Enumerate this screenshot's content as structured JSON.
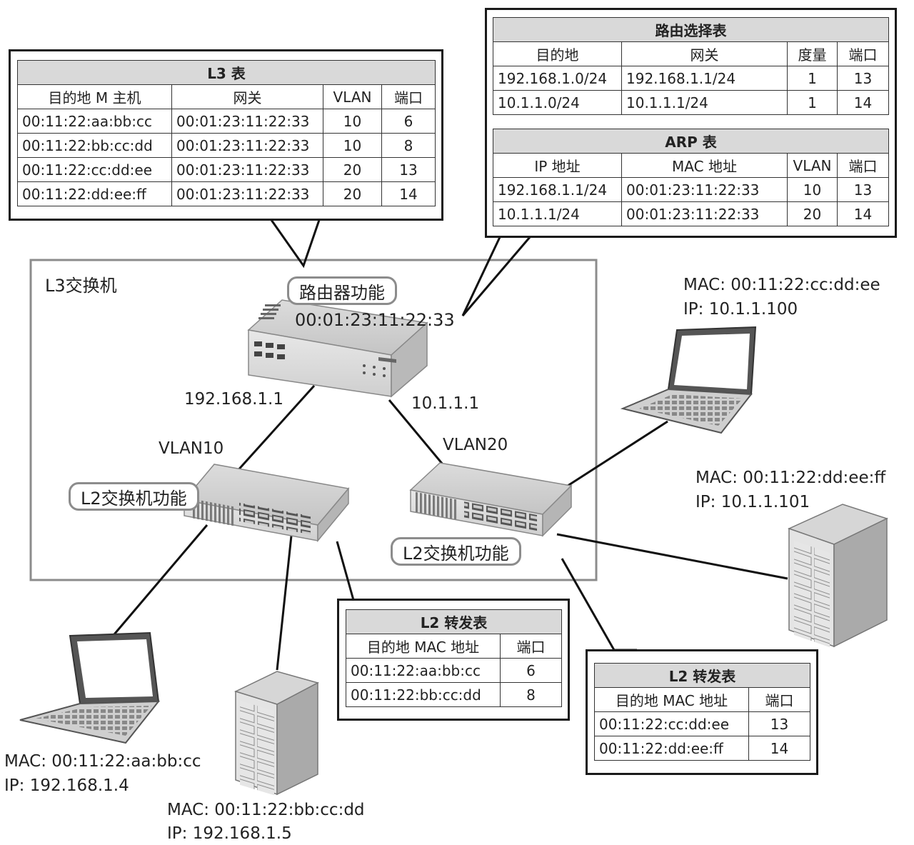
{
  "l3_table": {
    "title": "L3 表",
    "headers": [
      "目的地 M 主机",
      "网关",
      "VLAN",
      "端口"
    ],
    "rows": [
      [
        "00:11:22:aa:bb:cc",
        "00:01:23:11:22:33",
        "10",
        "6"
      ],
      [
        "00:11:22:bb:cc:dd",
        "00:01:23:11:22:33",
        "10",
        "8"
      ],
      [
        "00:11:22:cc:dd:ee",
        "00:01:23:11:22:33",
        "20",
        "13"
      ],
      [
        "00:11:22:dd:ee:ff",
        "00:01:23:11:22:33",
        "20",
        "14"
      ]
    ]
  },
  "routing_table": {
    "title": "路由选择表",
    "headers": [
      "目的地",
      "网关",
      "度量",
      "端口"
    ],
    "rows": [
      [
        "192.168.1.0/24",
        "192.168.1.1/24",
        "1",
        "13"
      ],
      [
        "10.1.1.0/24",
        "10.1.1.1/24",
        "1",
        "14"
      ]
    ]
  },
  "arp_table": {
    "title": "ARP 表",
    "headers": [
      "IP 地址",
      "MAC 地址",
      "VLAN",
      "端口"
    ],
    "rows": [
      [
        "192.168.1.1/24",
        "00:01:23:11:22:33",
        "10",
        "13"
      ],
      [
        "10.1.1.1/24",
        "00:01:23:11:22:33",
        "20",
        "14"
      ]
    ]
  },
  "l2_table_vlan10": {
    "title": "L2 转发表",
    "headers": [
      "目的地 MAC 地址",
      "端口"
    ],
    "rows": [
      [
        "00:11:22:aa:bb:cc",
        "6"
      ],
      [
        "00:11:22:bb:cc:dd",
        "8"
      ]
    ]
  },
  "l2_table_vlan20": {
    "title": "L2 转发表",
    "headers": [
      "目的地 MAC 地址",
      "端口"
    ],
    "rows": [
      [
        "00:11:22:cc:dd:ee",
        "13"
      ],
      [
        "00:11:22:dd:ee:ff",
        "14"
      ]
    ]
  },
  "l3_switch": {
    "label": "L3交换机",
    "router_function": "路由器功能",
    "router_mac": "00:01:23:11:22:33",
    "ip_vlan10": "192.168.1.1",
    "ip_vlan20": "10.1.1.1",
    "vlan10_label": "VLAN10",
    "vlan20_label": "VLAN20",
    "l2_function_left": "L2交换机功能",
    "l2_function_right": "L2交换机功能"
  },
  "hosts": {
    "laptop_a": {
      "mac": "MAC: 00:11:22:aa:bb:cc",
      "ip": "IP: 192.168.1.4"
    },
    "server_b": {
      "mac": "MAC: 00:11:22:bb:cc:dd",
      "ip": "IP: 192.168.1.5"
    },
    "laptop_c": {
      "mac": "MAC: 00:11:22:cc:dd:ee",
      "ip": "IP: 10.1.1.100"
    },
    "server_d": {
      "mac": "MAC: 00:11:22:dd:ee:ff",
      "ip": "IP: 10.1.1.101"
    }
  }
}
